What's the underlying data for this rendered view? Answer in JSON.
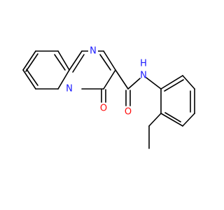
{
  "molecule": {
    "atom_labels": {
      "n_ring_top": "N",
      "n_ring_bridge": "N",
      "o_keto": "O",
      "o_amide": "O",
      "nh_amide": "N",
      "h_amide": "H"
    },
    "colors": {
      "nitrogen": "#1a1aff",
      "oxygen": "#ff0d0d",
      "carbon": "#000000",
      "background": "#ffffff"
    }
  }
}
